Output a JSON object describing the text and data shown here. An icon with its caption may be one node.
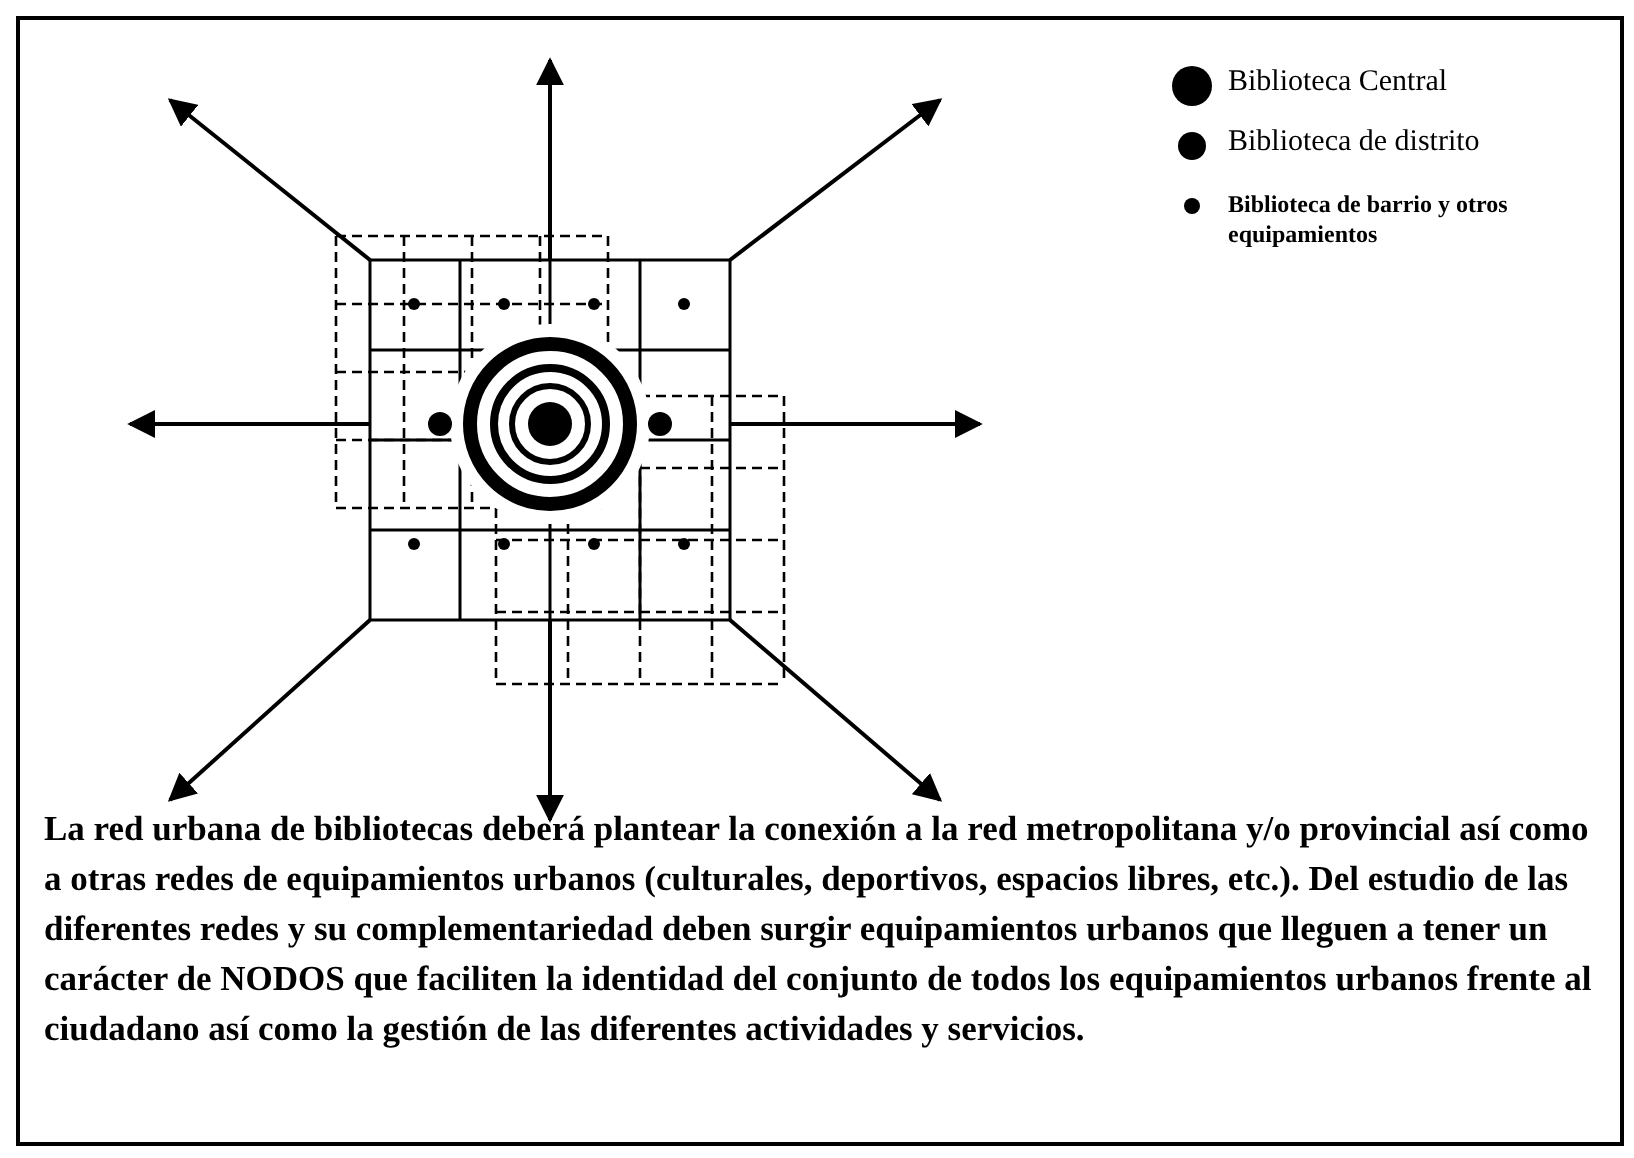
{
  "diagram": {
    "caption": "La red urbana de bibliotecas deberá plantear la conexión a la red metropolitana y/o provincial así como a otras redes de equipamientos urbanos (culturales, deportivos, espacios libres, etc.). Del estudio de las diferentes redes y su complementariedad deben surgir equipamientos urbanos que lleguen a tener un carácter de NODOS que faciliten la identidad del conjunto de todos los equipamientos urbanos frente al ciudadano así como la gestión de las diferentes actividades y servicios.",
    "legend": [
      {
        "text": "Biblioteca Central"
      },
      {
        "text": "Biblioteca de distrito"
      },
      {
        "text": "Biblioteca de barrio y otros equipamientos"
      }
    ]
  }
}
